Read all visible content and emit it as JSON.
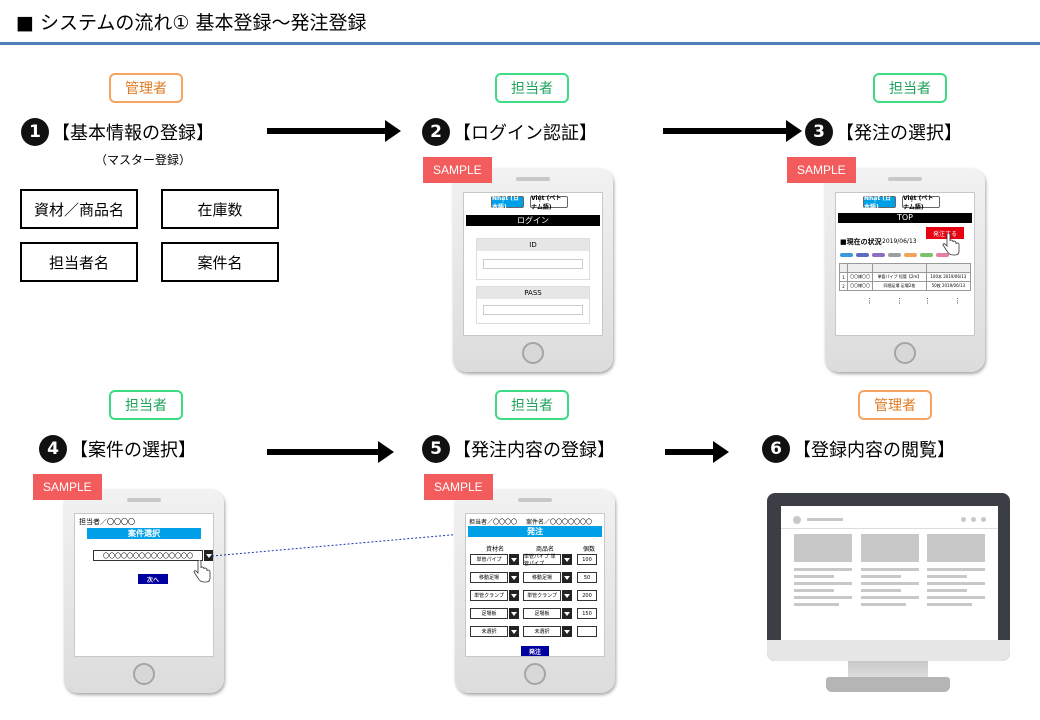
{
  "header": {
    "title": "■ システムの流れ①  基本登録～発注登録"
  },
  "roles": {
    "admin": "管理者",
    "staff": "担当者"
  },
  "steps": [
    {
      "num": "1",
      "label": "【基本情報の登録】",
      "note": "（マスター登録）"
    },
    {
      "num": "2",
      "label": "【ログイン認証】"
    },
    {
      "num": "3",
      "label": "【発注の選択】"
    },
    {
      "num": "4",
      "label": "【案件の選択】"
    },
    {
      "num": "5",
      "label": "【発注内容の登録】"
    },
    {
      "num": "6",
      "label": "【登録内容の閲覧】"
    }
  ],
  "master_items": [
    "資材／商品名",
    "在庫数",
    "担当者名",
    "案件名"
  ],
  "sample_tag": "SAMPLE",
  "login_screen": {
    "lang_jp": "Nhật (日本語)",
    "lang_vn": "Việt (ベトナム語)",
    "header": "ログイン",
    "id_label": "ID",
    "pass_label": "PASS"
  },
  "order_select_screen": {
    "lang_jp": "Nhật (日本語)",
    "lang_vn": "Việt (ベトナム語)",
    "header": "TOP",
    "status_title": "■現在の状況",
    "date": "2019/06/13",
    "order_button": "発注する",
    "rows": [
      {
        "no": "1",
        "name": "〇〇様〇〇",
        "item": "単管パイプ 短管【2m】",
        "qty": "100本 2019/06/13"
      },
      {
        "no": "2",
        "name": "〇〇様〇〇",
        "item": "同梱足場 足場2枚",
        "qty": "50枚 2019/06/13"
      }
    ],
    "ellipsis": "⋮"
  },
  "project_screen": {
    "user": "担当者／〇〇〇〇",
    "header": "案件選択",
    "select_value": "〇〇〇〇〇〇〇〇〇〇〇〇〇〇〇",
    "next_button": "次へ"
  },
  "order_entry_screen": {
    "user": "担当者／〇〇〇〇",
    "project": "案件名／〇〇〇〇〇〇〇",
    "header": "発注",
    "col_material": "資材名",
    "col_product": "商品名",
    "col_qty": "個数",
    "rows": [
      {
        "material": "単管パイプ",
        "product": "単管パイプ 単管パイプ",
        "qty": "100"
      },
      {
        "material": "移動足場",
        "product": "移動足場",
        "qty": "50"
      },
      {
        "material": "単管クランプ",
        "product": "単管クランプ",
        "qty": "200"
      },
      {
        "material": "足場板",
        "product": "足場板",
        "qty": "150"
      },
      {
        "material": "未選択",
        "product": "未選択",
        "qty": ""
      }
    ],
    "submit_button": "発注"
  },
  "colors": {
    "title_rule": "#4f7fb4",
    "admin_badge": "#f4a460",
    "staff_badge": "#3ddc84",
    "sample_tag": "#f25c5c",
    "screen_accent": "#00a0e9"
  }
}
